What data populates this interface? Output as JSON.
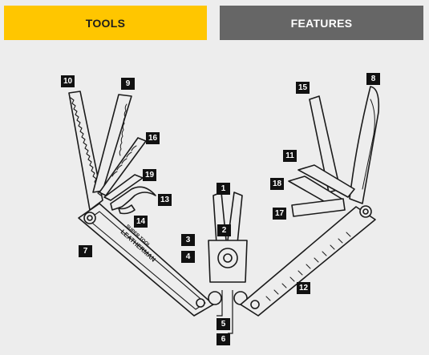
{
  "tabs": {
    "tools": "TOOLS",
    "features": "FEATURES",
    "active_color": "#ffc600",
    "inactive_color": "#666666"
  },
  "diagram": {
    "engraving_brand": "LEATHERMAN",
    "engraving_model": "SUPER TOOL",
    "labels": [
      "10",
      "9",
      "16",
      "19",
      "13",
      "14",
      "7",
      "1",
      "2",
      "3",
      "4",
      "5",
      "6",
      "15",
      "8",
      "11",
      "18",
      "17",
      "12"
    ]
  }
}
